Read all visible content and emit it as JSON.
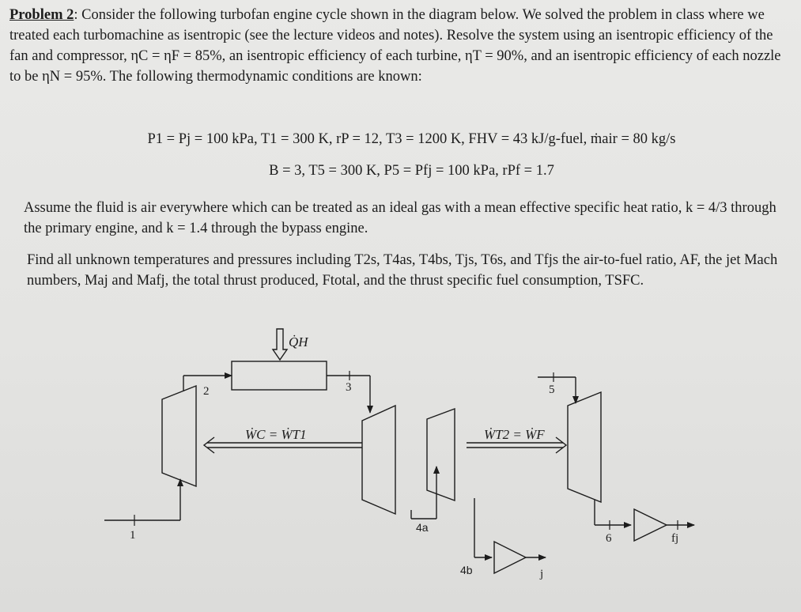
{
  "problem": {
    "label": "Problem 2",
    "intro": ": Consider the following turbofan engine cycle shown in the diagram below. We solved the problem in class where we treated each turbomachine as isentropic (see the lecture videos and notes). Resolve the system using an isentropic efficiency of the fan and compressor, ηC = ηF = 85%, an isentropic efficiency of each turbine, ηT = 90%, and an isentropic efficiency of each nozzle to be ηN = 95%. The following thermodynamic conditions are known:"
  },
  "conditions": {
    "line1": "P1 = Pj = 100 kPa, T1 = 300 K, rP = 12, T3 = 1200 K, FHV = 43 kJ/g-fuel, ṁair = 80 kg/s",
    "line2": "B = 3, T5 = 300 K, P5 = Pfj = 100 kPa, rPf = 1.7"
  },
  "assumption": "Assume the fluid is air everywhere which can be treated as an ideal gas with a mean effective specific heat ratio, k = 4/3 through the primary engine, and k = 1.4 through the bypass engine.",
  "task": "Find all unknown temperatures and pressures including T2s, T4as, T4bs, Tjs, T6s, and Tfjs the air-to-fuel ratio, AF, the jet Mach numbers, Maj and Mafj, the total thrust produced, Ftotal, and the thrust specific fuel consumption, TSFC.",
  "diagram": {
    "heat": "Q̇H",
    "work_core": "ẆC = ẆT1",
    "work_fan": "ẆT2 = ẆF",
    "states": {
      "s1": "1",
      "s2": "2",
      "s3": "3",
      "s4a": "4a",
      "s4b": "4b",
      "sj": "j",
      "s5": "5",
      "s6": "6",
      "sfj": "fj"
    }
  }
}
